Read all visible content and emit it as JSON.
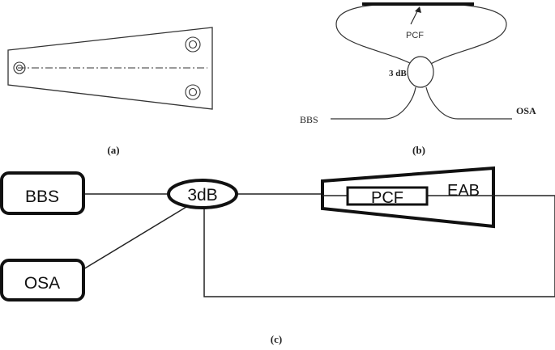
{
  "panel_a": {
    "caption": "(a)"
  },
  "panel_b": {
    "caption": "(b)",
    "fiber_label": "PCF",
    "coupler_label": "3 dB",
    "source_label": "BBS",
    "analyzer_label": "OSA"
  },
  "panel_c": {
    "caption": "(c)",
    "source_label": "BBS",
    "analyzer_label": "OSA",
    "coupler_label": "3dB",
    "fiber_label": "PCF",
    "holder_label": "EAB"
  }
}
